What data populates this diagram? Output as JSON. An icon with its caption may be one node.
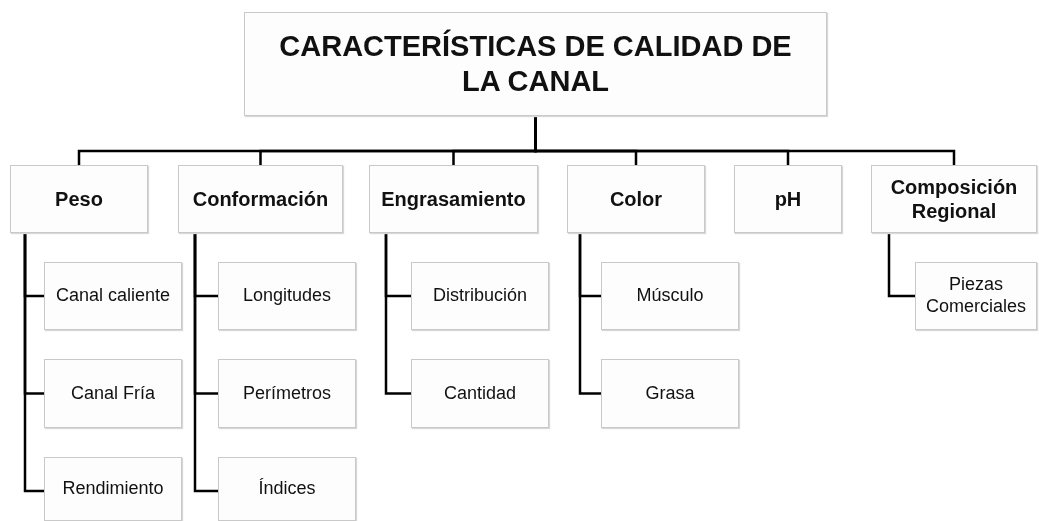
{
  "diagram": {
    "nodes": [
      {
        "text": [
          "CARACTERÍSTICAS DE CALIDAD DE LA CANAL"
        ]
      },
      {
        "text": [
          "Peso"
        ]
      },
      {
        "text": [
          "Canal caliente"
        ]
      },
      {
        "text": [
          "Canal Fría"
        ]
      },
      {
        "text": [
          "Rendimiento"
        ]
      },
      {
        "text": [
          "Conformación"
        ]
      },
      {
        "text": [
          "Longitudes"
        ]
      },
      {
        "text": [
          "Perímetros"
        ]
      },
      {
        "text": [
          "Índices"
        ]
      },
      {
        "text": [
          "Engrasamiento"
        ]
      },
      {
        "text": [
          "Distribución"
        ]
      },
      {
        "text": [
          "Cantidad"
        ]
      },
      {
        "text": [
          "Color"
        ]
      },
      {
        "text": [
          "Músculo"
        ]
      },
      {
        "text": [
          "Grasa"
        ]
      },
      {
        "text": [
          "pH"
        ]
      },
      {
        "text": [
          "Composición Regional"
        ]
      },
      {
        "text": [
          "Piezas Comerciales"
        ]
      }
    ],
    "edges": [
      {
        "from": 0,
        "to": 1,
        "arrow": "none"
      },
      {
        "from": 0,
        "to": 5,
        "arrow": "none"
      },
      {
        "from": 0,
        "to": 9,
        "arrow": "none"
      },
      {
        "from": 0,
        "to": 12,
        "arrow": "none"
      },
      {
        "from": 0,
        "to": 15,
        "arrow": "none"
      },
      {
        "from": 0,
        "to": 16,
        "arrow": "none"
      },
      {
        "from": 1,
        "to": 2,
        "arrow": "none"
      },
      {
        "from": 1,
        "to": 3,
        "arrow": "none"
      },
      {
        "from": 1,
        "to": 4,
        "arrow": "none"
      },
      {
        "from": 5,
        "to": 6,
        "arrow": "none"
      },
      {
        "from": 5,
        "to": 7,
        "arrow": "none"
      },
      {
        "from": 5,
        "to": 8,
        "arrow": "none"
      },
      {
        "from": 9,
        "to": 10,
        "arrow": "none"
      },
      {
        "from": 9,
        "to": 11,
        "arrow": "none"
      },
      {
        "from": 12,
        "to": 13,
        "arrow": "none"
      },
      {
        "from": 12,
        "to": 14,
        "arrow": "none"
      },
      {
        "from": 16,
        "to": 17,
        "arrow": "none"
      }
    ]
  }
}
